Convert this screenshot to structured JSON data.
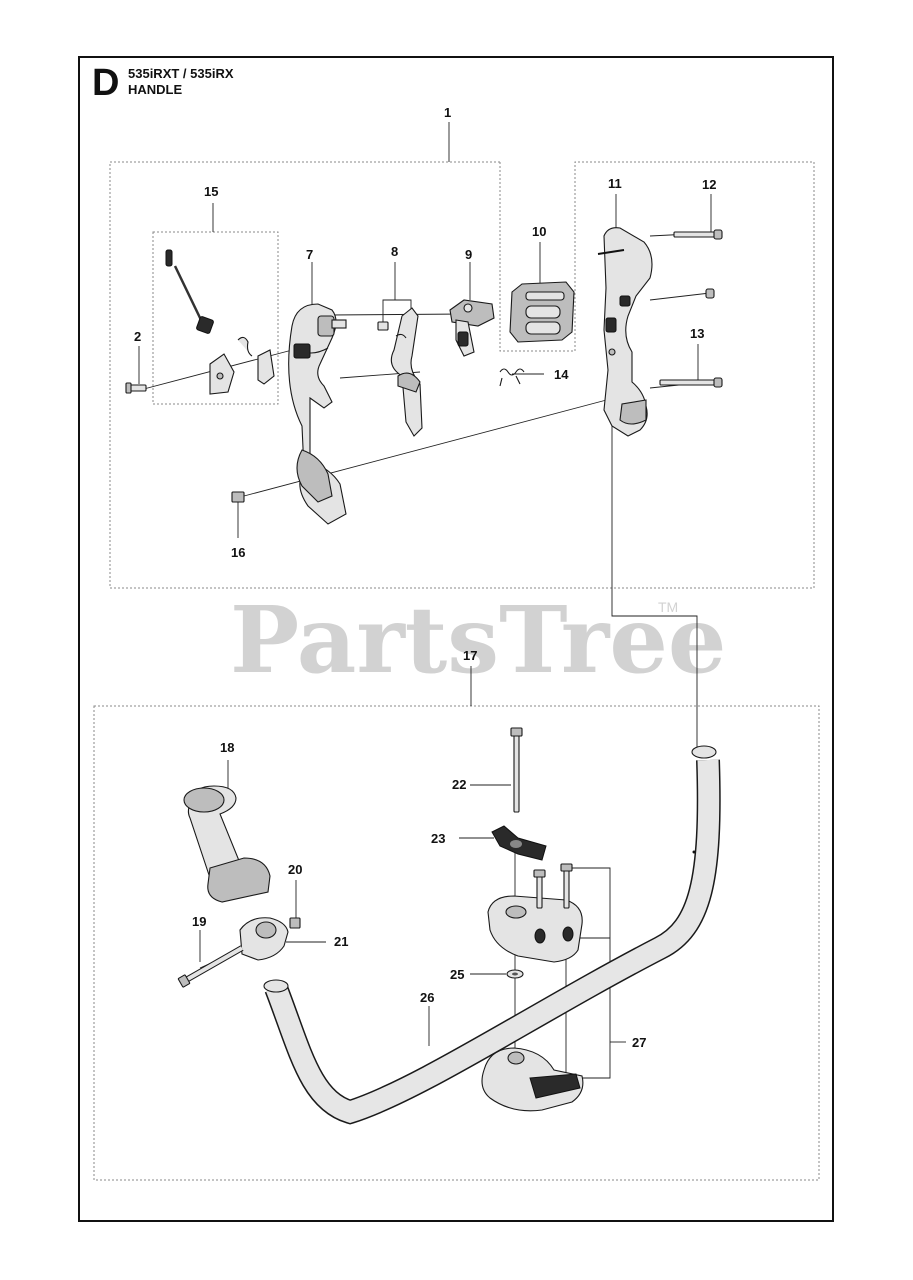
{
  "header": {
    "section_letter": "D",
    "model": "535iRXT / 535iRX",
    "title": "HANDLE"
  },
  "watermark": {
    "text": "PartsTree",
    "trademark": "TM",
    "color": "#d2d2d2"
  },
  "callouts": [
    "1",
    "2",
    "7",
    "8",
    "9",
    "10",
    "11",
    "12",
    "13",
    "14",
    "15",
    "16",
    "17",
    "18",
    "19",
    "20",
    "21",
    "22",
    "23",
    "25",
    "26",
    "27"
  ]
}
